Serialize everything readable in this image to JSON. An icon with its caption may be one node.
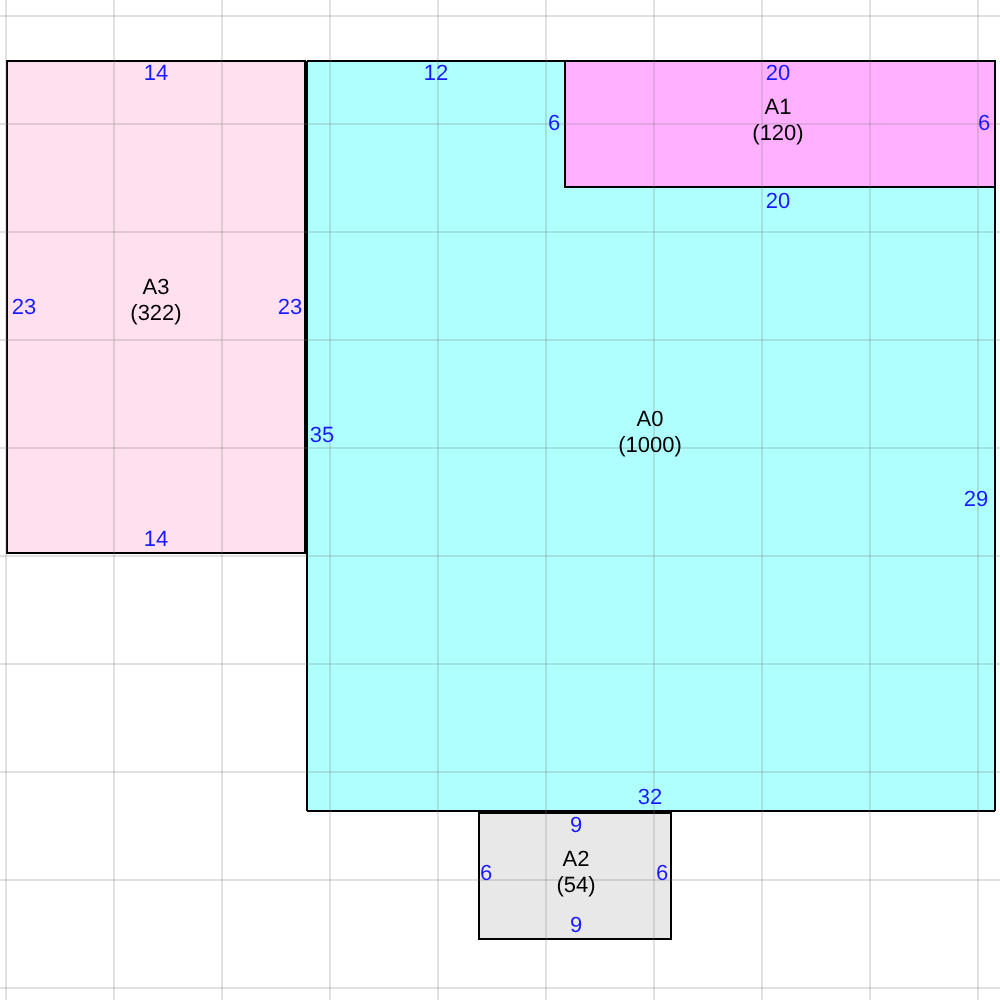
{
  "diagram": {
    "nodes": [
      {
        "text": [
          "A0",
          "(1000)",
          "12",
          "6",
          "20",
          "29",
          "32",
          "35"
        ]
      },
      {
        "text": [
          "A1",
          "(120)",
          "20",
          "6"
        ]
      },
      {
        "text": [
          "A2",
          "(54)",
          "9",
          "6",
          "6",
          "9"
        ]
      },
      {
        "text": [
          "A3",
          "(322)",
          "14",
          "23",
          "23",
          "14"
        ]
      }
    ]
  }
}
